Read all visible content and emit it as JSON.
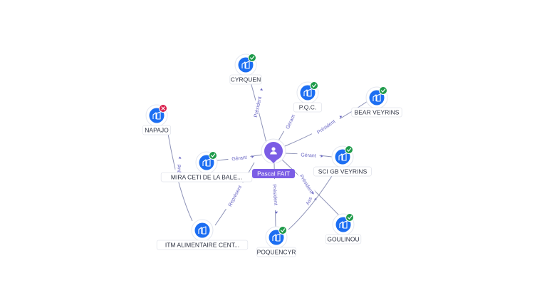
{
  "center": {
    "name": "Pascal FAIT",
    "icon": "person-icon",
    "color": "#7b5de5"
  },
  "companies": [
    {
      "id": "cyrquen",
      "label": "CYRQUEN",
      "status": "active",
      "icon": "building-icon"
    },
    {
      "id": "pqc",
      "label": "P.Q.C.",
      "status": "active",
      "icon": "building-icon"
    },
    {
      "id": "bear",
      "label": "BEAR VEYRINS",
      "status": "active",
      "icon": "building-icon"
    },
    {
      "id": "napajo",
      "label": "NAPAJO",
      "status": "closed",
      "icon": "building-icon"
    },
    {
      "id": "mira",
      "label": "MIRA CETI DE LA BALE...",
      "status": "active",
      "icon": "building-icon"
    },
    {
      "id": "scigb",
      "label": "SCI GB VEYRINS",
      "status": "active",
      "icon": "building-icon"
    },
    {
      "id": "itm",
      "label": "ITM ALIMENTAIRE CENT...",
      "status": "none",
      "icon": "building-icon"
    },
    {
      "id": "poquencyr",
      "label": "POQUENCYR",
      "status": "active",
      "icon": "building-icon"
    },
    {
      "id": "goulinou",
      "label": "GOULINOU",
      "status": "active",
      "icon": "building-icon"
    }
  ],
  "relations": [
    {
      "from": "center",
      "to": "cyrquen",
      "label": "Président"
    },
    {
      "from": "center",
      "to": "pqc",
      "label": "Gérant"
    },
    {
      "from": "center",
      "to": "bear",
      "label": "Président"
    },
    {
      "from": "center",
      "to": "mira",
      "label": "Gérant"
    },
    {
      "from": "center",
      "to": "scigb",
      "label": "Gérant"
    },
    {
      "from": "center",
      "to": "poquencyr",
      "label": "Président"
    },
    {
      "from": "center",
      "to": "goulinou",
      "label": "Président"
    },
    {
      "from": "itm",
      "to": "mira",
      "label": "Représent"
    },
    {
      "from": "itm",
      "to": "napajo",
      "label": "Liquid"
    },
    {
      "from": "poquencyr",
      "to": "scigb",
      "label": "Ass"
    }
  ],
  "colors": {
    "edge": "#8e93b8",
    "edge_label": "#6a67c4",
    "company": "#1c6ef2",
    "status_active": "#1f9b4a",
    "status_closed": "#d9214d"
  }
}
